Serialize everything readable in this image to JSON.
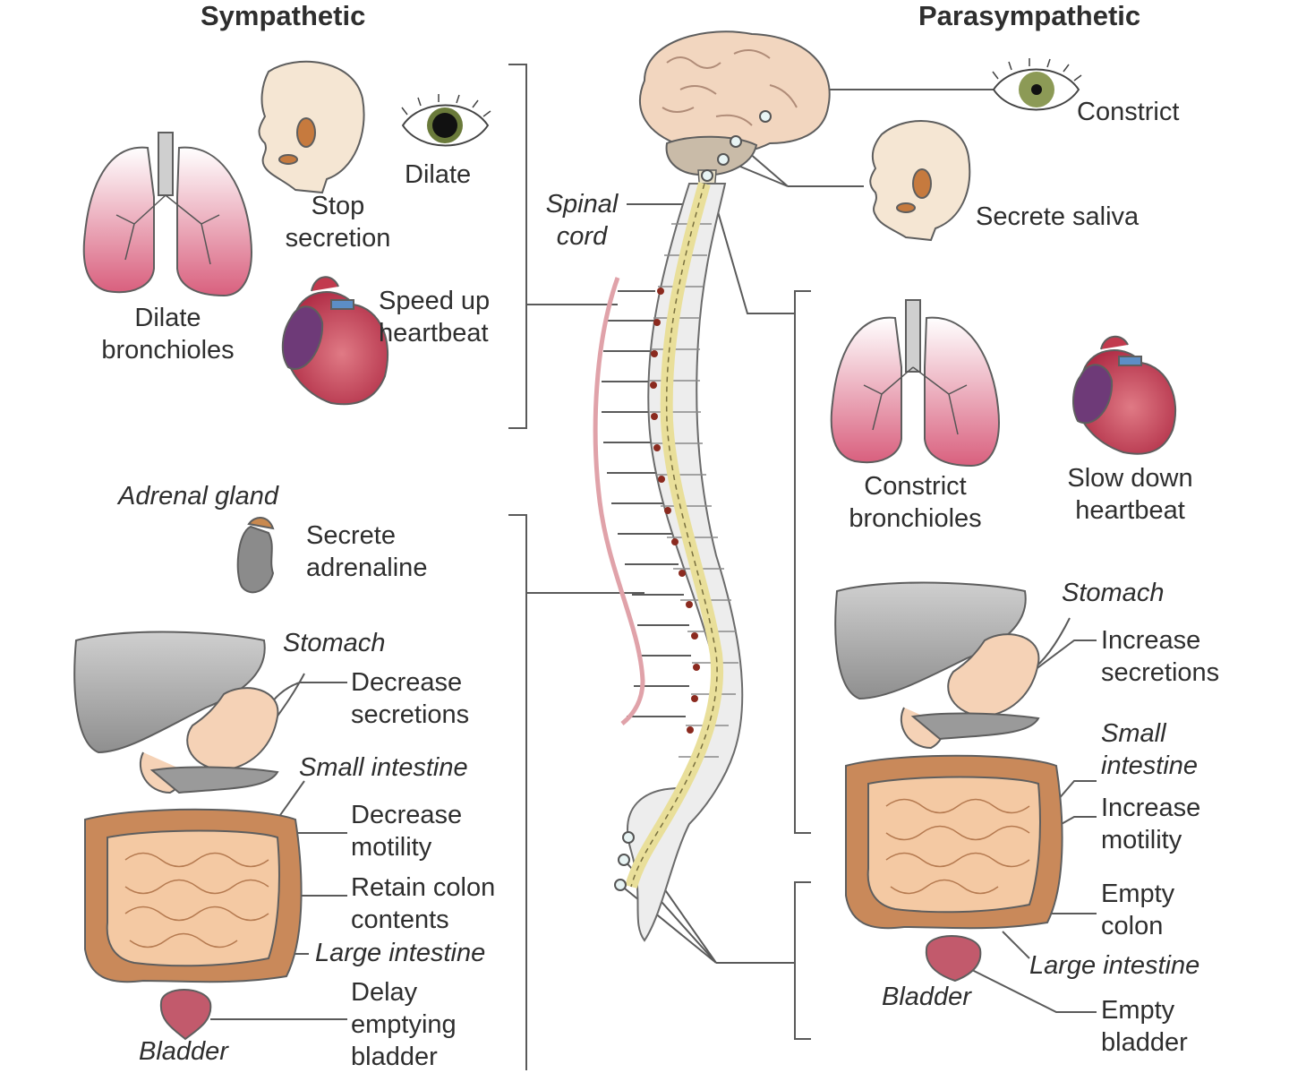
{
  "headers": {
    "sympathetic": "Sympathetic",
    "parasympathetic": "Parasympathetic"
  },
  "center": {
    "spinal_cord": "Spinal\ncord"
  },
  "sympathetic": {
    "stop_secretion": "Stop\nsecretion",
    "dilate": "Dilate",
    "dilate_bronchioles": "Dilate\nbronchioles",
    "speed_up_heartbeat": "Speed up\nheartbeat",
    "adrenal_gland": "Adrenal gland",
    "secrete_adrenaline": "Secrete\nadrenaline",
    "stomach": "Stomach",
    "decrease_secretions": "Decrease\nsecretions",
    "small_intestine": "Small intestine",
    "decrease_motility": "Decrease\nmotility",
    "retain_colon_contents": "Retain colon\ncontents",
    "large_intestine": "Large intestine",
    "delay_emptying_bladder": "Delay\nemptying\nbladder",
    "bladder": "Bladder"
  },
  "parasympathetic": {
    "constrict": "Constrict",
    "secrete_saliva": "Secrete saliva",
    "constrict_bronchioles": "Constrict\nbronchioles",
    "slow_down_heartbeat": "Slow down\nheartbeat",
    "stomach": "Stomach",
    "increase_secretions": "Increase\nsecretions",
    "small_intestine": "Small\nintestine",
    "increase_motility": "Increase\nmotility",
    "empty_colon": "Empty\ncolon",
    "large_intestine": "Large intestine",
    "bladder": "Bladder",
    "empty_bladder": "Empty\nbladder"
  },
  "colors": {
    "brain": "#f2d6bf",
    "lung": "#e58aa0",
    "heart": "#c23a4e",
    "spine": "#ededed",
    "cord": "#f1eab2",
    "liver": "#a9a9a9",
    "intestine": "#c9895a",
    "small_intestine": "#f4c9a3",
    "line": "#555555"
  }
}
